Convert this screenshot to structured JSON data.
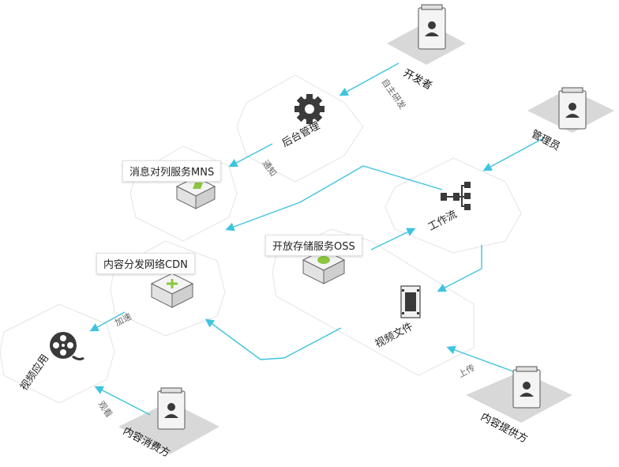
{
  "colors": {
    "flow": "#3fc4df",
    "hex_border": "#e4e4e4",
    "tile": "#d8d8d8",
    "icon_dark": "#3a3a3a",
    "green": "#8cc63f"
  },
  "nodes": {
    "backend": {
      "label": "后台管理",
      "icon": "gear-icon"
    },
    "workflow": {
      "label": "工作流",
      "icon": "workflow-icon"
    },
    "video_file": {
      "label": "视频文件",
      "icon": "film-icon"
    },
    "video_app": {
      "label": "视频应用",
      "icon": "film-reel-icon"
    },
    "mns": {
      "tag": "消息对列服务MNS",
      "icon": "mns-box-icon"
    },
    "oss": {
      "tag": "开放存储服务OSS",
      "icon": "oss-box-icon"
    },
    "cdn": {
      "tag": "内容分发网络CDN",
      "icon": "cdn-box-icon"
    }
  },
  "actors": {
    "developer": {
      "label": "开发者",
      "icon": "user-card-icon"
    },
    "admin": {
      "label": "管理员",
      "icon": "user-card-icon"
    },
    "provider": {
      "label": "内容提供方",
      "icon": "user-card-icon"
    },
    "consumer": {
      "label": "内容消费方",
      "icon": "user-card-icon"
    }
  },
  "edges": {
    "self_develop": "自主研发",
    "notify": "通知",
    "accelerate": "加速",
    "upload": "上传",
    "watch": "观看"
  }
}
